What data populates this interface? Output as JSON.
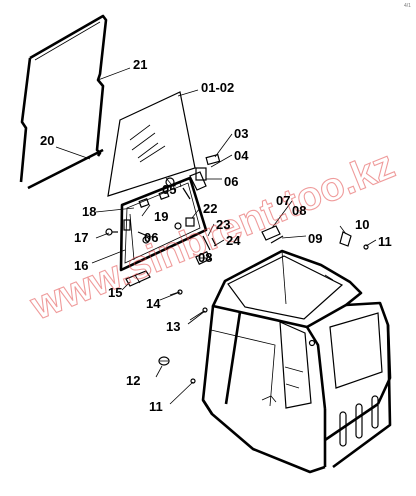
{
  "corner_mark": "4/1",
  "watermark": "www.sinbrent.too.kz",
  "callouts": [
    {
      "id": "c21",
      "text": "21"
    },
    {
      "id": "c0102",
      "text": "01-02"
    },
    {
      "id": "c20",
      "text": "20"
    },
    {
      "id": "c03",
      "text": "03"
    },
    {
      "id": "c04",
      "text": "04"
    },
    {
      "id": "c05",
      "text": "05"
    },
    {
      "id": "c06a",
      "text": "06"
    },
    {
      "id": "c18",
      "text": "18"
    },
    {
      "id": "c19",
      "text": "19"
    },
    {
      "id": "c22",
      "text": "22"
    },
    {
      "id": "c07",
      "text": "07"
    },
    {
      "id": "c08a",
      "text": "08"
    },
    {
      "id": "c17",
      "text": "17"
    },
    {
      "id": "c06b",
      "text": "06"
    },
    {
      "id": "c23",
      "text": "23"
    },
    {
      "id": "c24",
      "text": "24"
    },
    {
      "id": "c09",
      "text": "09"
    },
    {
      "id": "c10",
      "text": "10"
    },
    {
      "id": "c11a",
      "text": "11"
    },
    {
      "id": "c16",
      "text": "16"
    },
    {
      "id": "c08b",
      "text": "08"
    },
    {
      "id": "c15",
      "text": "15"
    },
    {
      "id": "c14",
      "text": "14"
    },
    {
      "id": "c13",
      "text": "13"
    },
    {
      "id": "c12",
      "text": "12"
    },
    {
      "id": "c11b",
      "text": "11"
    }
  ]
}
